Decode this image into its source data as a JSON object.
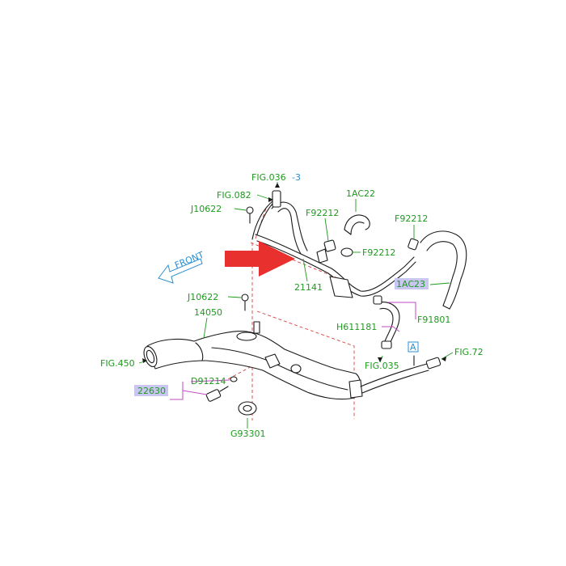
{
  "colors": {
    "label": "#1e9a1e",
    "front": "#2a8fd0",
    "arrow": "#e8302e",
    "highlight": "#c9c6f2",
    "magenta_leader": "#c24bc2",
    "dashed_guide": "#d94040"
  },
  "labels": {
    "fig_036": "FIG.036",
    "fig_036_suffix": "-3",
    "fig_082": "FIG.082",
    "j10622_top": "J10622",
    "j10622_bottom": "J10622",
    "p1ac22": "1AC22",
    "f92212_a": "F92212",
    "f92212_b": "F92212",
    "f92212_c": "F92212",
    "p1ac23": "1AC23",
    "p21141": "21141",
    "f91801": "F91801",
    "h611181": "H611181",
    "fig_035": "FIG.035",
    "fig_72": "FIG.72",
    "ref_a": "A",
    "p14050": "14050",
    "fig_450": "FIG.450",
    "d91214": "D91214",
    "p22630": "22630",
    "g93301": "G93301",
    "front": "FRONT"
  }
}
